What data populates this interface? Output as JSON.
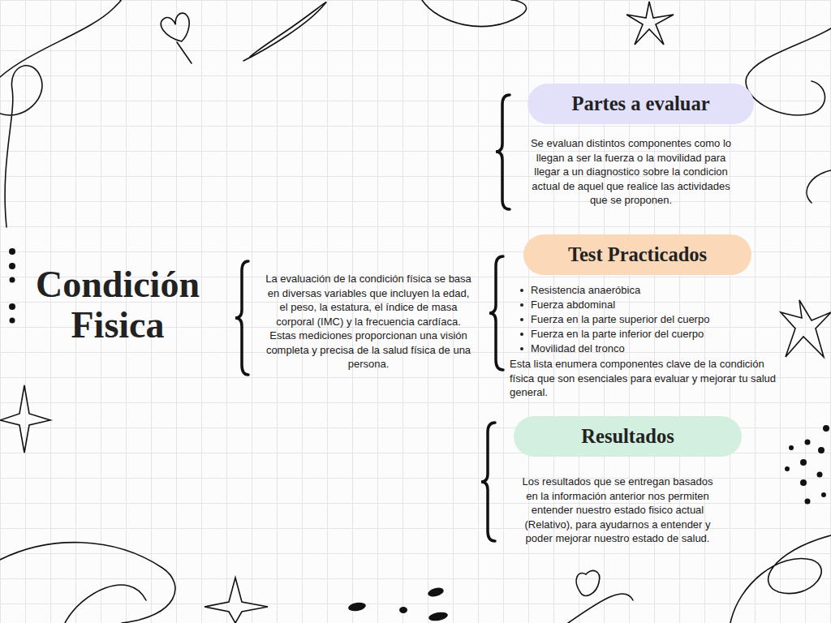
{
  "diagram": {
    "title": "Condición Fisica",
    "nodes": [
      {
        "text": [
          "Partes a evaluar",
          "Se evaluan distintos componentes como lo llegan a ser la fuerza o la movilidad para llegar a un diagnostico sobre la condicion actual de aquel que realice las actividades que se proponen."
        ]
      },
      {
        "text": [
          "Test Practicados",
          "Resistencia anaeróbica",
          "Fuerza abdominal",
          "Fuerza en la parte superior del cuerpo",
          "Fuerza en la parte inferior del cuerpo",
          "Movilidad del tronco",
          "Esta lista enumera componentes clave de la condición física que son esenciales para evaluar y mejorar tu salud general."
        ]
      },
      {
        "text": [
          "Resultados",
          "Los resultados que se entregan basados en la información anterior nos permiten entender nuestro estado fisico actual (Relativo), para ayudarnos a entender y poder mejorar nuestro estado de salud."
        ]
      }
    ],
    "labels": [
      "La evaluación de la condición física se basa en diversas variables que incluyen la edad, el peso, la estatura, el índice de masa corporal (IMC) y la frecuencia cardíaca. Estas mediciones proporcionan una visión completa y precisa de la salud física de una persona."
    ]
  }
}
